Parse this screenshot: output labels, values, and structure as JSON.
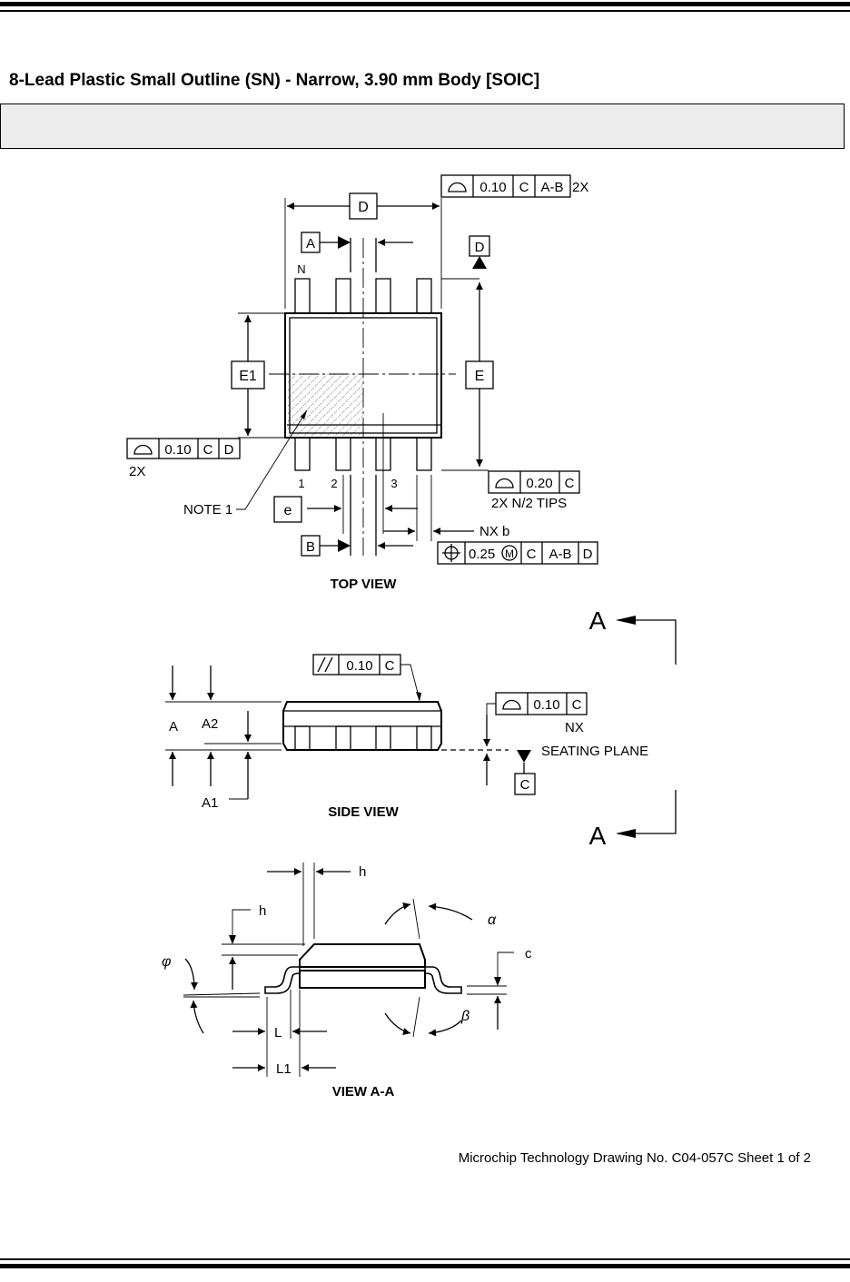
{
  "title": "8-Lead Plastic Small Outline (SN) - Narrow, 3.90 mm Body [SOIC]",
  "top_view": {
    "caption": "TOP VIEW",
    "dim_D": "D",
    "datum_A": "A",
    "datum_B": "B",
    "datum_D": "D",
    "dim_E": "E",
    "dim_E1": "E1",
    "dim_e": "e",
    "pin_N": "N",
    "pin_1": "1",
    "pin_2": "2",
    "pin_3": "3",
    "note1": "NOTE 1",
    "nx_b": "NX b",
    "fcf_top": {
      "symbol": "profile",
      "tol": "0.10",
      "ref1": "C",
      "ref2": "A-B",
      "suffix": "2X"
    },
    "fcf_left": {
      "symbol": "profile",
      "tol": "0.10",
      "ref1": "C",
      "ref2": "D",
      "suffix": "2X"
    },
    "fcf_right": {
      "symbol": "profile",
      "tol": "0.20",
      "ref1": "C",
      "suffix": "2X N/2 TIPS"
    },
    "fcf_bottom": {
      "symbol": "position",
      "tol": "0.25",
      "modifier": "M",
      "ref1": "C",
      "ref2": "A-B",
      "ref3": "D"
    }
  },
  "side_view": {
    "caption": "SIDE VIEW",
    "dim_A": "A",
    "dim_A1": "A1",
    "dim_A2": "A2",
    "fcf_parallel": {
      "symbol": "parallelism",
      "tol": "0.10",
      "ref1": "C"
    },
    "fcf_profile": {
      "symbol": "profile",
      "tol": "0.10",
      "ref1": "C",
      "suffix": "NX"
    },
    "seating_plane": "SEATING PLANE",
    "datum_C": "C",
    "section_label": "A"
  },
  "view_aa": {
    "caption": "VIEW A-A",
    "h_top": "h",
    "h_left": "h",
    "alpha": "α",
    "beta": "β",
    "phi": "φ",
    "c": "c",
    "L": "L",
    "L1": "L1"
  },
  "footer": "Microchip Technology Drawing No. C04-057C Sheet 1 of 2"
}
